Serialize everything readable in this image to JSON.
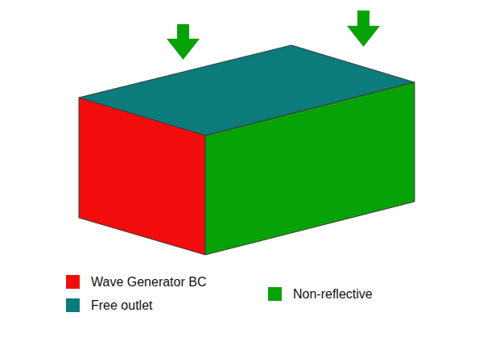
{
  "diagram": {
    "legend": [
      {
        "text": "Wave Generator BC",
        "color": "#f20c0c"
      },
      {
        "text": "Free outlet",
        "color": "#0c7b7b"
      },
      {
        "text": "Non-reflective",
        "color": "#07a207"
      }
    ]
  }
}
